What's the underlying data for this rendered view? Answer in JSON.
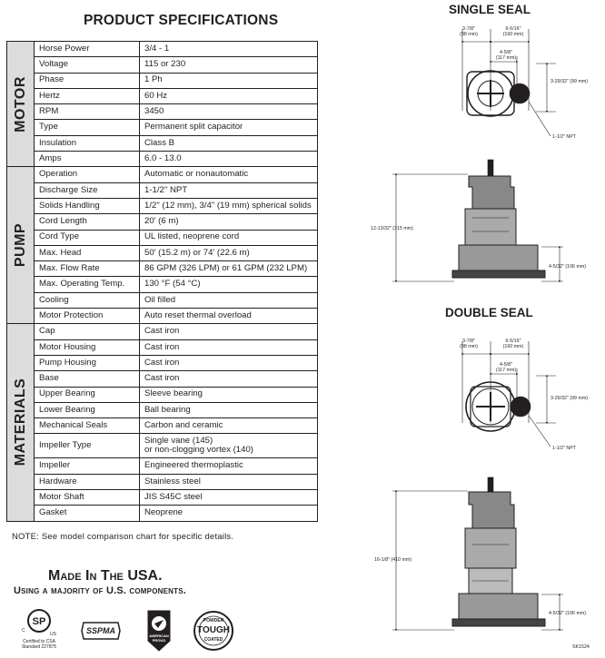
{
  "spec_title": "PRODUCT SPECIFICATIONS",
  "sections": [
    {
      "name": "MOTOR",
      "rows": [
        {
          "label": "Horse Power",
          "value": "3/4 - 1"
        },
        {
          "label": "Voltage",
          "value": "115 or 230"
        },
        {
          "label": "Phase",
          "value": "1 Ph"
        },
        {
          "label": "Hertz",
          "value": "60 Hz"
        },
        {
          "label": "RPM",
          "value": "3450"
        },
        {
          "label": "Type",
          "value": "Permanent split capacitor"
        },
        {
          "label": "Insulation",
          "value": "Class B"
        },
        {
          "label": "Amps",
          "value": "6.0 - 13.0"
        }
      ]
    },
    {
      "name": "PUMP",
      "rows": [
        {
          "label": "Operation",
          "value": "Automatic or nonautomatic"
        },
        {
          "label": "Discharge Size",
          "value": "1-1/2\" NPT"
        },
        {
          "label": "Solids Handling",
          "value": "1/2\" (12 mm), 3/4\" (19 mm) spherical solids"
        },
        {
          "label": "Cord Length",
          "value": "20' (6 m)"
        },
        {
          "label": "Cord Type",
          "value": "UL listed, neoprene cord"
        },
        {
          "label": "Max. Head",
          "value": "50' (15.2 m) or 74' (22.6 m)"
        },
        {
          "label": "Max. Flow Rate",
          "value": "86 GPM (326 LPM) or 61 GPM (232 LPM)"
        },
        {
          "label": "Max. Operating Temp.",
          "value": "130 °F (54 °C)"
        },
        {
          "label": "Cooling",
          "value": "Oil filled"
        },
        {
          "label": "Motor Protection",
          "value": "Auto reset thermal overload"
        }
      ]
    },
    {
      "name": "MATERIALS",
      "rows": [
        {
          "label": "Cap",
          "value": "Cast iron"
        },
        {
          "label": "Motor Housing",
          "value": "Cast iron"
        },
        {
          "label": "Pump Housing",
          "value": "Cast iron"
        },
        {
          "label": "Base",
          "value": "Cast iron"
        },
        {
          "label": "Upper Bearing",
          "value": "Sleeve bearing"
        },
        {
          "label": "Lower Bearing",
          "value": "Ball bearing"
        },
        {
          "label": "Mechanical Seals",
          "value": "Carbon and ceramic"
        },
        {
          "label": "Impeller Type",
          "value": "Single vane (145)",
          "value2": "or non-clogging vortex (140)"
        },
        {
          "label": "Impeller",
          "value": "Engineered thermoplastic"
        },
        {
          "label": "Hardware",
          "value": "Stainless steel"
        },
        {
          "label": "Motor Shaft",
          "value": "JIS S45C steel"
        },
        {
          "label": "Gasket",
          "value": "Neoprene"
        }
      ]
    }
  ],
  "note": "NOTE: See model comparison chart for specific details.",
  "made_in": "Made In The USA.",
  "made_in_sub": "Using a majority of U.S. components.",
  "logos": {
    "csa_c": "C",
    "csa_us": "US",
    "csa_caption_1": "Certified to CSA",
    "csa_caption_2": "Standard 227875",
    "sspma": "SSPMA",
    "american_1": "AMERICAN",
    "american_2": "PROUD",
    "powder_1": "POWDER",
    "powder_2": "TOUGH",
    "powder_3": "COATED"
  },
  "diagrams": {
    "single_title": "SINGLE SEAL",
    "double_title": "DOUBLE SEAL",
    "dim_a_1": "3-7/8\"",
    "dim_a_2": "(98 mm)",
    "dim_b_1": "6-5/16\"",
    "dim_b_2": "(160 mm)",
    "dim_c_1": "4-5/8\"",
    "dim_c_2": "(117 mm)",
    "dim_d": "3-29/32\" (99 mm)",
    "npt": "1-1/2\" NPT",
    "single_height": "12-13/32\" (315 mm)",
    "double_height": "16-1/8\" (410 mm)",
    "base_height": "4-5/32\" (106 mm)",
    "code": "SK1524"
  }
}
